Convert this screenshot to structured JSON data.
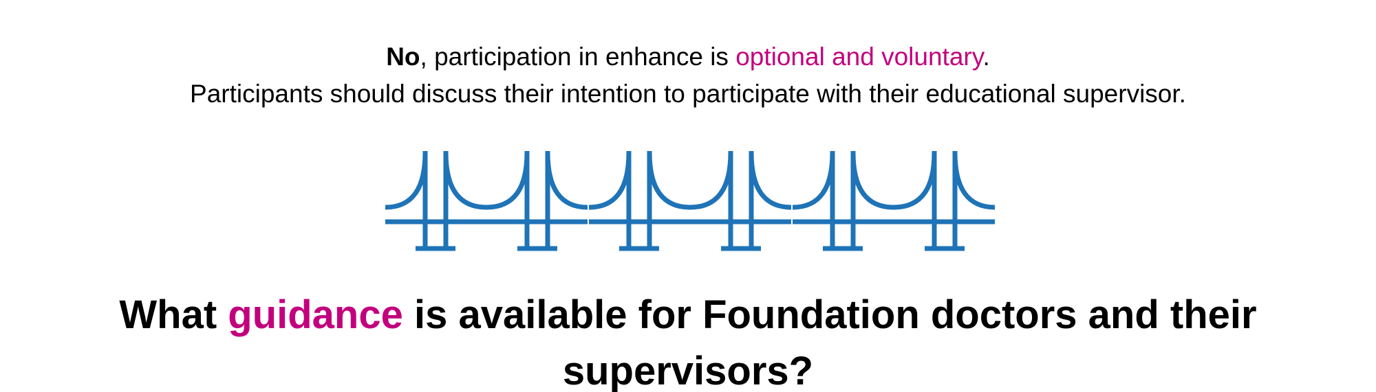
{
  "answer": {
    "line1": {
      "bold": "No",
      "text1": ", participation in enhance is ",
      "highlight": "optional and voluntary",
      "text2": "."
    },
    "line2": "Participants should discuss their intention to participate with their educational supervisor."
  },
  "illustration": {
    "icon": "suspension-bridge-icon",
    "count": 3,
    "color": "#1f73b7"
  },
  "heading": {
    "part1": "What ",
    "highlight": "guidance",
    "part2": " is available for Foundation doctors and their supervisors?"
  },
  "colors": {
    "accent": "#c2007d",
    "bridge": "#1f73b7",
    "text": "#000000"
  }
}
